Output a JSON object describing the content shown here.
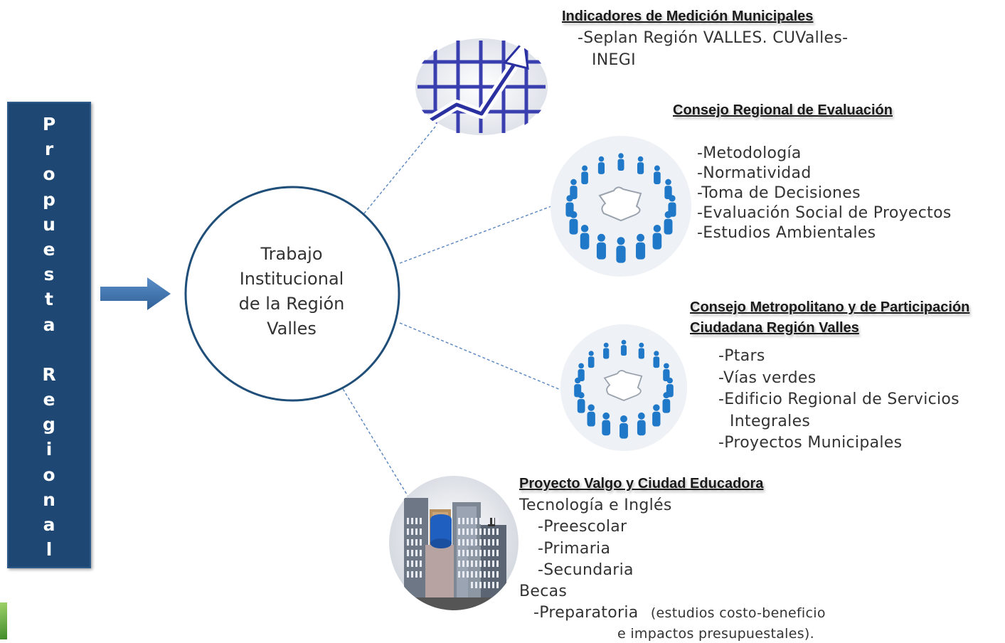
{
  "sidebar": {
    "title_letters": [
      "P",
      "r",
      "o",
      "p",
      "u",
      "e",
      "s",
      "t",
      "a",
      "",
      "R",
      "e",
      "g",
      "i",
      "o",
      "n",
      "a",
      "l"
    ]
  },
  "center": {
    "lines": [
      "Trabajo",
      "Institucional",
      "de la Región",
      "Valles"
    ]
  },
  "blocks": [
    {
      "id": "indicadores",
      "icon": "growth-chart-icon",
      "heading": [
        "Indicadores de Medición Municipales"
      ],
      "items": [
        "-Seplan Región  VALLES. CUValles-",
        "INEGI"
      ]
    },
    {
      "id": "consejo-regional",
      "icon": "people-circle-puzzle-icon",
      "heading": [
        "Consejo Regional de Evaluación"
      ],
      "items": [
        "-Metodología",
        "-Normatividad",
        "-Toma de Decisiones",
        "-Evaluación Social de Proyectos",
        "-Estudios  Ambientales"
      ]
    },
    {
      "id": "consejo-metropolitano",
      "icon": "people-circle-puzzle-icon",
      "heading": [
        "Consejo Metropolitano  y de Participación",
        "Ciudadana Región Valles"
      ],
      "items": [
        "-Ptars",
        "-Vías verdes",
        "-Edificio Regional de Servicios",
        "Integrales",
        "-Proyectos Municipales"
      ]
    },
    {
      "id": "proyecto-valgo",
      "icon": "city-buildings-icon",
      "heading": [
        "Proyecto Valgo  y  Ciudad Educadora"
      ],
      "items": [
        "Tecnología e Inglés",
        "-Preescolar",
        "-Primaria",
        "-Secundaria",
        "Becas",
        "-Preparatoria"
      ],
      "note": [
        "(estudios costo-beneficio",
        "e impactos presupuestales)."
      ]
    }
  ],
  "colors": {
    "bar_bg": "#1e4873",
    "circle_stroke": "#1f4e79",
    "arrow": "#3d72ad",
    "people": "#1f78c8"
  }
}
